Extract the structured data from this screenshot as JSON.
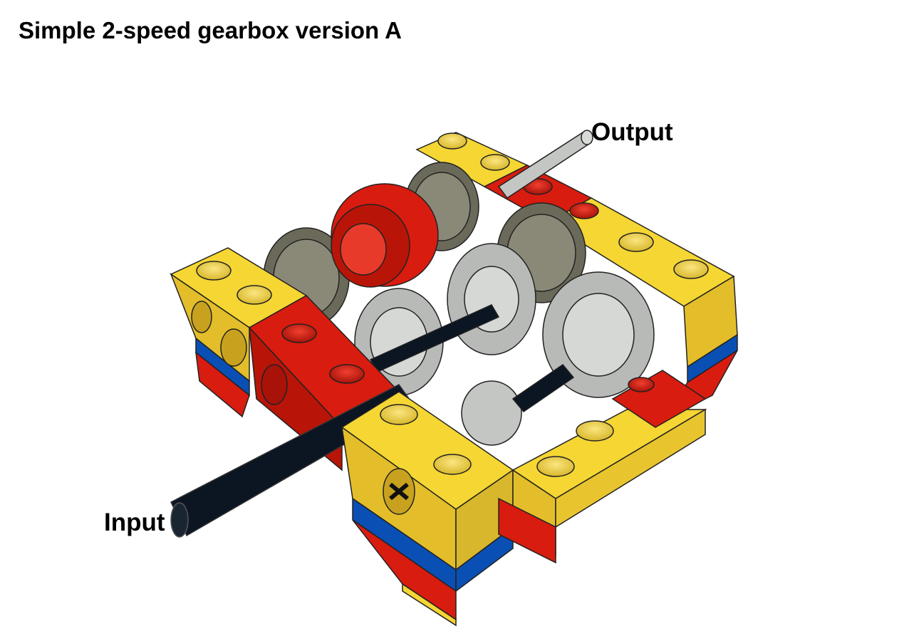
{
  "title": "Simple 2-speed gearbox version A",
  "labels": {
    "output": "Output",
    "input": "Input"
  },
  "colors": {
    "yellow": "#f5d633",
    "yellow_side": "#e3be2a",
    "red": "#d81c0f",
    "blue": "#0a4fb4",
    "dark_gray": "#6b6a5a",
    "light_gray": "#c4c6c4",
    "black": "#0c1522"
  }
}
